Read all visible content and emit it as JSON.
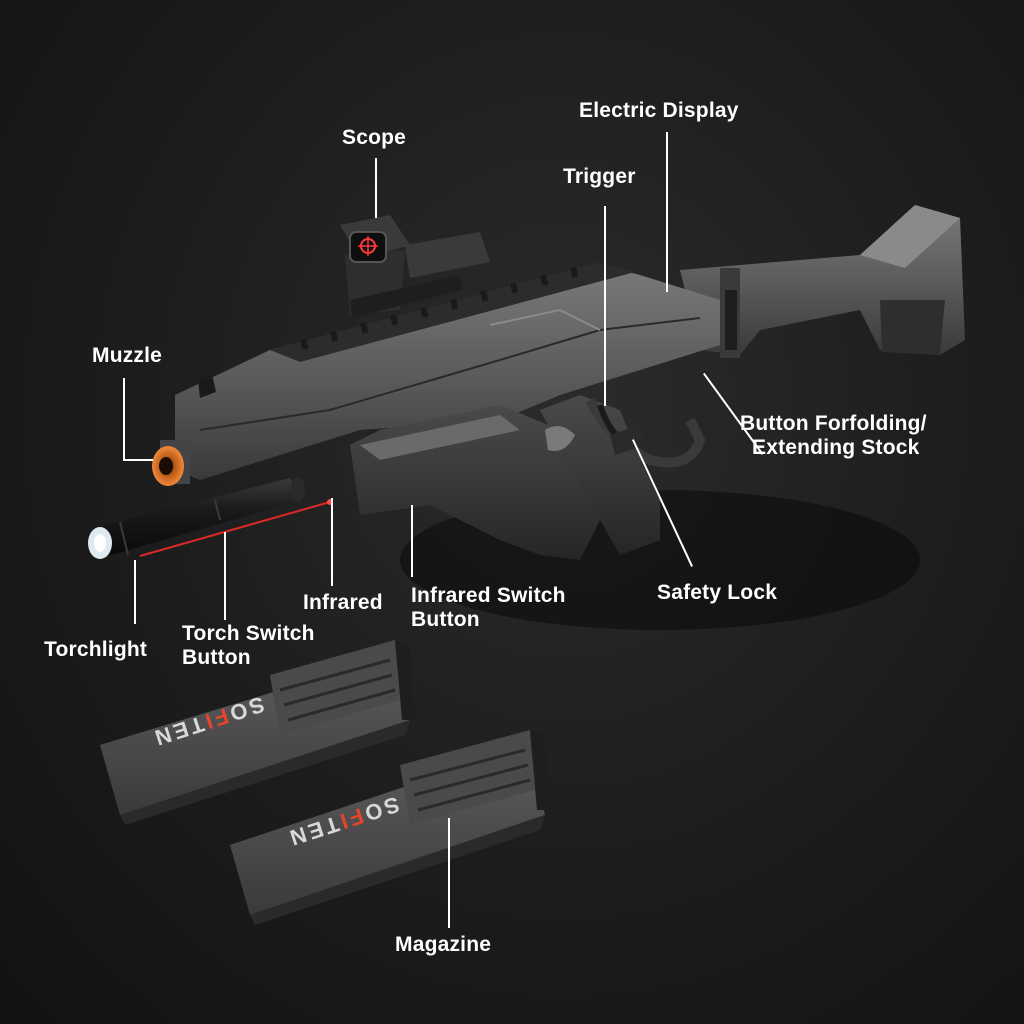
{
  "labels": {
    "scope": "Scope",
    "electric_display": "Electric Display",
    "trigger": "Trigger",
    "muzzle": "Muzzle",
    "stock_button_line1": "Button Forfolding/",
    "stock_button_line2": "Extending Stock",
    "safety_lock": "Safety Lock",
    "infrared": "Infrared",
    "infrared_switch_line1": "Infrared Switch",
    "infrared_switch_line2": "Button",
    "torch_switch_line1": "Torch Switch",
    "torch_switch_line2": "Button",
    "torchlight": "Torchlight",
    "magazine": "Magazine"
  },
  "brand": {
    "logo": "SOFITEN"
  },
  "colors": {
    "background": "#1c1c1c",
    "label_text": "#ffffff",
    "gun_body": "#5a5a5c",
    "muzzle_orange": "#e07a2e",
    "laser_red": "#ff2a2a",
    "logo_accent": "#e8452a"
  }
}
